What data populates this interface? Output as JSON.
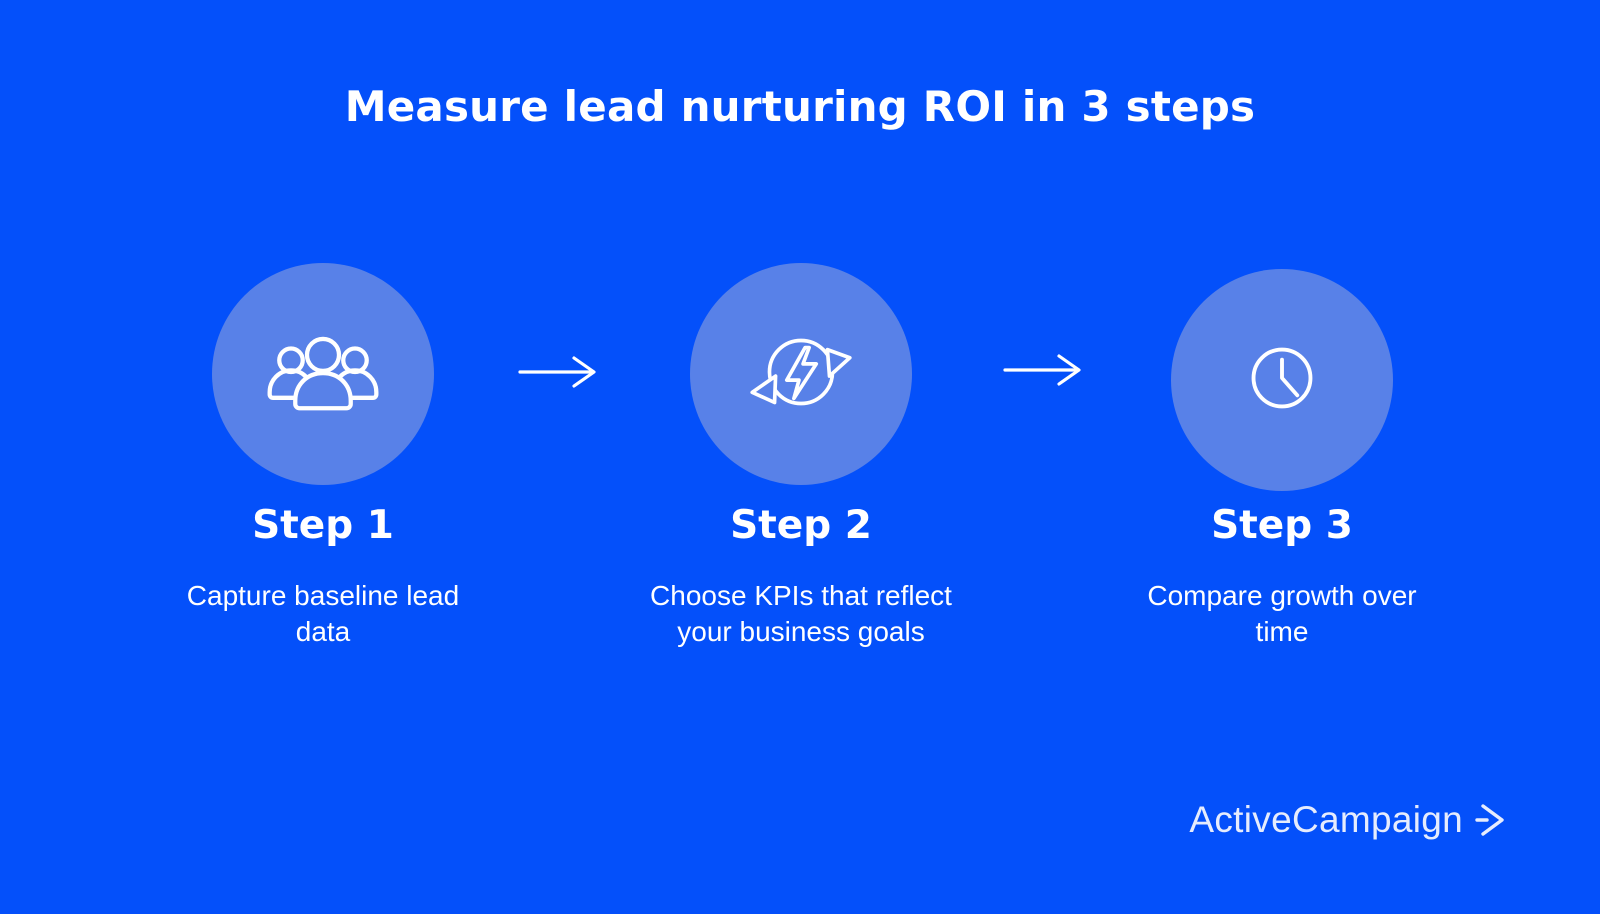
{
  "title": "Measure lead nurturing ROI in 3 steps",
  "colors": {
    "background": "#0450FA",
    "circle_fill": "#5881E8",
    "icon_stroke": "#FFFFFF",
    "text": "#FFFFFF",
    "logo": "#E6ECFD"
  },
  "steps": [
    {
      "label": "Step 1",
      "icon": "users-group-icon",
      "desc_line1": "Capture baseline lead",
      "desc_line2": "data"
    },
    {
      "label": "Step 2",
      "icon": "energy-cycle-icon",
      "desc_line1": "Choose KPIs that reflect",
      "desc_line2": "your business goals"
    },
    {
      "label": "Step 3",
      "icon": "clock-icon",
      "desc_line1": "Compare growth over",
      "desc_line2": "time"
    }
  ],
  "connectors": {
    "between_1_2": "right-arrow",
    "between_2_3": "right-arrow"
  },
  "brand": {
    "name": "ActiveCampaign",
    "mark": "chevron-right-with-dash"
  }
}
